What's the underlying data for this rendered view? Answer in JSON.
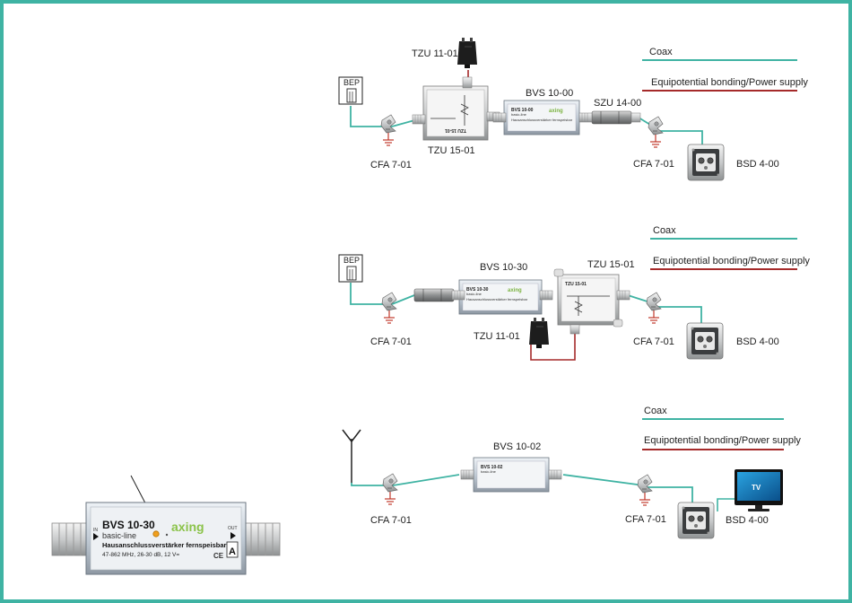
{
  "colors": {
    "frame": "#3fb3a3",
    "coax": "#3fb3a3",
    "power": "#a52a2a",
    "ground": "#c0392b"
  },
  "legend": {
    "coax": "Coax",
    "power": "Equipotential bonding/Power supply"
  },
  "diagram1": {
    "bep": "BEP",
    "psu": "TZU 11-01",
    "injector": "TZU 15-01",
    "amplifier": "BVS 10-00",
    "adapter": "SZU 14-00",
    "clamp_left": "CFA 7-01",
    "clamp_right": "CFA 7-01",
    "socket": "BSD 4-00"
  },
  "diagram2": {
    "bep": "BEP",
    "amplifier": "BVS 10-30",
    "injector": "TZU 15-01",
    "psu": "TZU 11-01",
    "clamp_left": "CFA 7-01",
    "clamp_right": "CFA 7-01",
    "socket": "BSD 4-00"
  },
  "diagram3": {
    "amplifier": "BVS 10-02",
    "clamp_left": "CFA 7-01",
    "clamp_right": "CFA 7-01",
    "socket": "BSD 4-00",
    "tv": "TV"
  },
  "device_print": {
    "bvs1000_model": "BVS 10-00",
    "bvs1000_line": "basic-line",
    "bvs1000_desc": "Hausanschlussverstärker fernspeisbar",
    "bvs1030_model": "BVS 10-30",
    "bvs1030_line": "basic-line",
    "bvs1030_desc": "Hausanschlussverstärker fernspeisbar",
    "bvs1002_model": "BVS 10-02",
    "bvs1002_line": "basic-line",
    "tzu_model": "TZU 15-01",
    "brand": "axing"
  },
  "closeup": {
    "model": "BVS 10-30",
    "line": "basic-line",
    "brand": "axing",
    "in": "IN",
    "out": "OUT",
    "desc": "Hausanschlussverstärker fernspeisbar",
    "specs": "47-862 MHz, 26-30 dB, 12 V=",
    "ce": "CE",
    "class": "A"
  }
}
